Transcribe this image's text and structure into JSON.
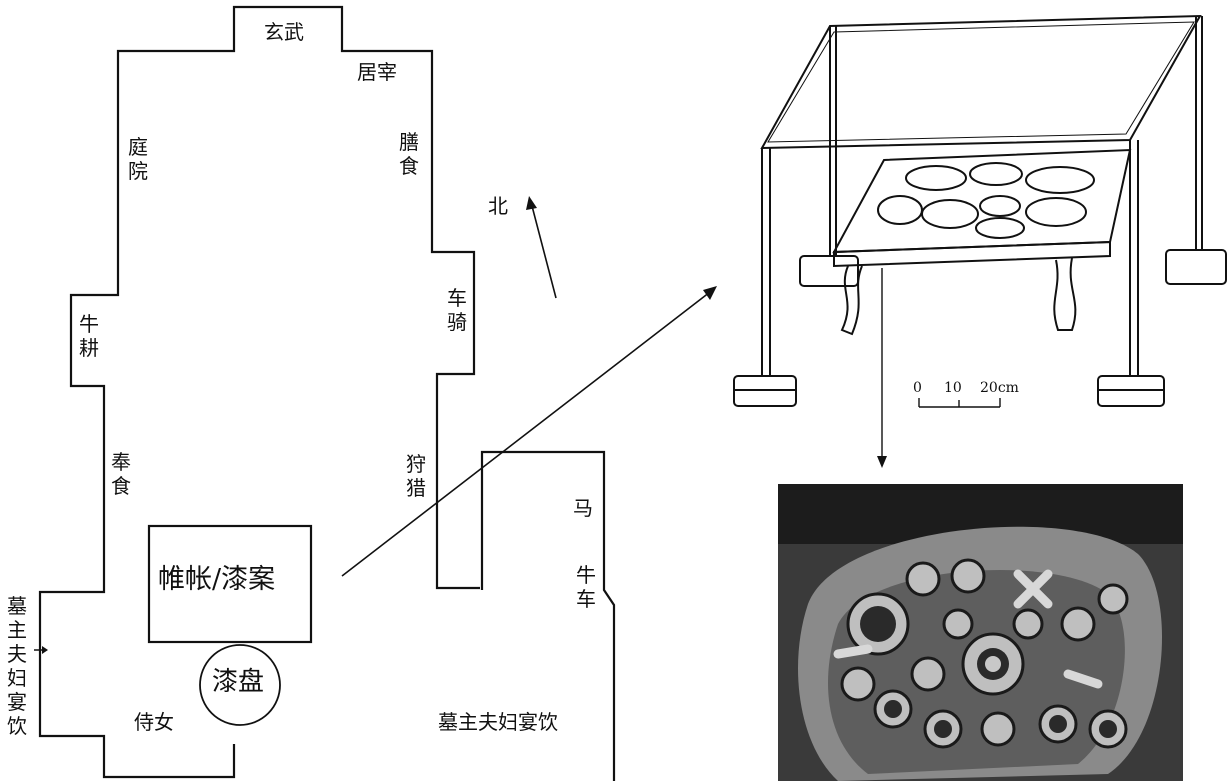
{
  "labels": {
    "xuanwu": "玄武",
    "juzai": "居宰",
    "shanshi": "膳食",
    "tingyuan": "庭院",
    "cheqi": "车骑",
    "niugeng": "牛耕",
    "fengshi": "奉食",
    "shoulie": "狩猎",
    "ma": "马",
    "niuche": "牛车",
    "weizhang_qian": "帷帐/漆案",
    "qipan": "漆盘",
    "shinv": "侍女",
    "muzhu_left": "墓主夫妇宴饮",
    "muzhu_bottom": "墓主夫妇宴饮",
    "bei": "北"
  },
  "scale_bar": {
    "ticks": [
      "0",
      "10",
      "20cm"
    ]
  }
}
